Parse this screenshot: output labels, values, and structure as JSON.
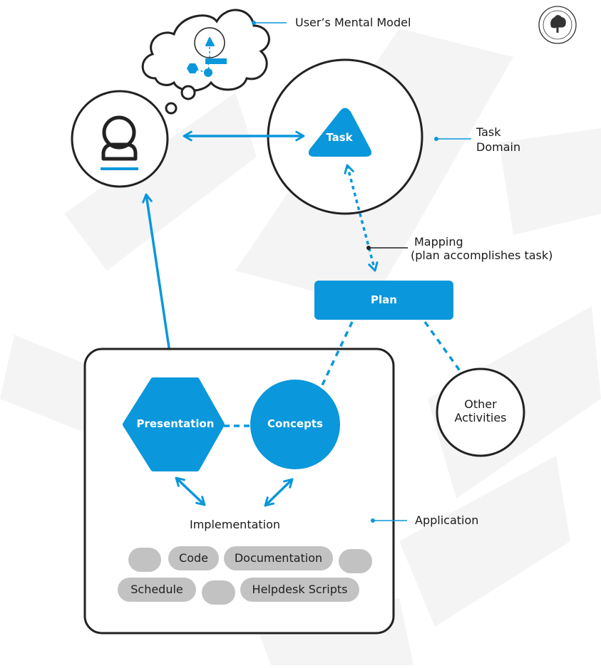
{
  "labels": {
    "mental_model": "User’s Mental Model",
    "task_domain_line1": "Task",
    "task_domain_line2": "Domain",
    "mapping_line1": "Mapping",
    "mapping_line2": "(plan accomplishes task)",
    "application": "Application",
    "implementation": "Implementation"
  },
  "nodes": {
    "task": "Task",
    "plan": "Plan",
    "presentation": "Presentation",
    "concepts": "Concepts",
    "other_activities_line1": "Other",
    "other_activities_line2": "Activities"
  },
  "pills": {
    "code": "Code",
    "documentation": "Documentation",
    "schedule": "Schedule",
    "helpdesk_scripts": "Helpdesk Scripts"
  },
  "icons": {
    "logo": "tree-seal-logo",
    "user": "user-icon",
    "thought": "thought-cloud-icon"
  },
  "colors": {
    "accent": "#0a97db",
    "outline": "#222222",
    "pill": "#c2c2c2",
    "watermark": "#f4f4f4"
  }
}
